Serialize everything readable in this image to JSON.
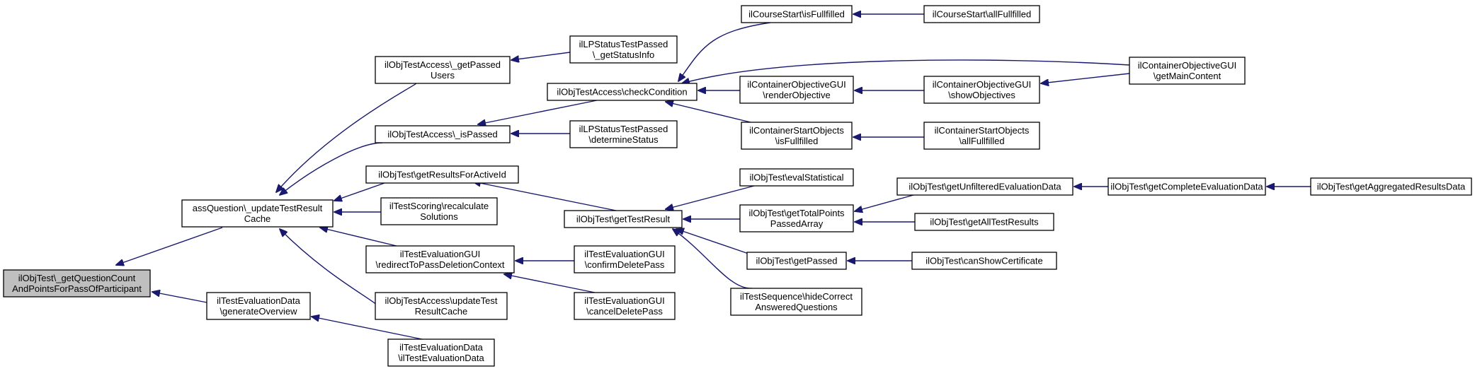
{
  "nodes": [
    {
      "id": "root",
      "lines": [
        "ilObjTest\\_getQuestionCount",
        "AndPointsForPassOfParticipant"
      ]
    },
    {
      "id": "updateTestResultCache",
      "lines": [
        "assQuestion\\_updateTestResult",
        "Cache"
      ]
    },
    {
      "id": "generateOverview",
      "lines": [
        "ilTestEvaluationData",
        "\\generateOverview"
      ]
    },
    {
      "id": "getPassedUsers",
      "lines": [
        "ilObjTestAccess\\_getPassed",
        "Users"
      ]
    },
    {
      "id": "isPassed",
      "lines": [
        "ilObjTestAccess\\_isPassed"
      ]
    },
    {
      "id": "getResultsForActiveId",
      "lines": [
        "ilObjTest\\getResultsForActiveId"
      ]
    },
    {
      "id": "recalculateSolutions",
      "lines": [
        "ilTestScoring\\recalculate",
        "Solutions"
      ]
    },
    {
      "id": "redirectToPassDeletionContext",
      "lines": [
        "ilTestEvaluationGUI",
        "\\redirectToPassDeletionContext"
      ]
    },
    {
      "id": "accessUpdateTestResultCache",
      "lines": [
        "ilObjTestAccess\\updateTest",
        "ResultCache"
      ]
    },
    {
      "id": "ilTestEvaluationDataCtor",
      "lines": [
        "ilTestEvaluationData",
        "\\ilTestEvaluationData"
      ]
    },
    {
      "id": "getStatusInfo",
      "lines": [
        "ilLPStatusTestPassed",
        "\\_getStatusInfo"
      ]
    },
    {
      "id": "checkCondition",
      "lines": [
        "ilObjTestAccess\\checkCondition"
      ]
    },
    {
      "id": "determineStatus",
      "lines": [
        "ilLPStatusTestPassed",
        "\\determineStatus"
      ]
    },
    {
      "id": "getTestResult",
      "lines": [
        "ilObjTest\\getTestResult"
      ]
    },
    {
      "id": "confirmDeletePass",
      "lines": [
        "ilTestEvaluationGUI",
        "\\confirmDeletePass"
      ]
    },
    {
      "id": "cancelDeletePass",
      "lines": [
        "ilTestEvaluationGUI",
        "\\cancelDeletePass"
      ]
    },
    {
      "id": "courseStartIsFullfilled",
      "lines": [
        "ilCourseStart\\isFullfilled"
      ]
    },
    {
      "id": "renderObjective",
      "lines": [
        "ilContainerObjectiveGUI",
        "\\renderObjective"
      ]
    },
    {
      "id": "startObjectsIsFullfilled",
      "lines": [
        "ilContainerStartObjects",
        "\\isFullfilled"
      ]
    },
    {
      "id": "evalStatistical",
      "lines": [
        "ilObjTest\\evalStatistical"
      ]
    },
    {
      "id": "getTotalPointsPassedArray",
      "lines": [
        "ilObjTest\\getTotalPoints",
        "PassedArray"
      ]
    },
    {
      "id": "getPassed",
      "lines": [
        "ilObjTest\\getPassed"
      ]
    },
    {
      "id": "hideCorrectAnsweredQuestions",
      "lines": [
        "ilTestSequence\\hideCorrect",
        "AnsweredQuestions"
      ]
    },
    {
      "id": "courseStartAllFullfilled",
      "lines": [
        "ilCourseStart\\allFullfilled"
      ]
    },
    {
      "id": "showObjectives",
      "lines": [
        "ilContainerObjectiveGUI",
        "\\showObjectives"
      ]
    },
    {
      "id": "startObjectsAllFullfilled",
      "lines": [
        "ilContainerStartObjects",
        "\\allFullfilled"
      ]
    },
    {
      "id": "getUnfilteredEvaluationData",
      "lines": [
        "ilObjTest\\getUnfilteredEvaluationData"
      ]
    },
    {
      "id": "getAllTestResults",
      "lines": [
        "ilObjTest\\getAllTestResults"
      ]
    },
    {
      "id": "canShowCertificate",
      "lines": [
        "ilObjTest\\canShowCertificate"
      ]
    },
    {
      "id": "getMainContent",
      "lines": [
        "ilContainerObjectiveGUI",
        "\\getMainContent"
      ]
    },
    {
      "id": "getCompleteEvaluationData",
      "lines": [
        "ilObjTest\\getCompleteEvaluationData"
      ]
    },
    {
      "id": "getAggregatedResultsData",
      "lines": [
        "ilObjTest\\getAggregatedResultsData"
      ]
    }
  ],
  "edges": [
    {
      "from": "updateTestResultCache",
      "to": "root"
    },
    {
      "from": "generateOverview",
      "to": "root"
    },
    {
      "from": "getPassedUsers",
      "to": "updateTestResultCache"
    },
    {
      "from": "isPassed",
      "to": "updateTestResultCache"
    },
    {
      "from": "getResultsForActiveId",
      "to": "updateTestResultCache"
    },
    {
      "from": "recalculateSolutions",
      "to": "updateTestResultCache"
    },
    {
      "from": "redirectToPassDeletionContext",
      "to": "updateTestResultCache"
    },
    {
      "from": "accessUpdateTestResultCache",
      "to": "updateTestResultCache"
    },
    {
      "from": "ilTestEvaluationDataCtor",
      "to": "generateOverview"
    },
    {
      "from": "getStatusInfo",
      "to": "getPassedUsers"
    },
    {
      "from": "checkCondition",
      "to": "isPassed"
    },
    {
      "from": "determineStatus",
      "to": "isPassed"
    },
    {
      "from": "getTestResult",
      "to": "getResultsForActiveId"
    },
    {
      "from": "confirmDeletePass",
      "to": "redirectToPassDeletionContext"
    },
    {
      "from": "cancelDeletePass",
      "to": "redirectToPassDeletionContext"
    },
    {
      "from": "courseStartIsFullfilled",
      "to": "checkCondition"
    },
    {
      "from": "renderObjective",
      "to": "checkCondition"
    },
    {
      "from": "startObjectsIsFullfilled",
      "to": "checkCondition"
    },
    {
      "from": "getMainContent",
      "to": "checkCondition"
    },
    {
      "from": "evalStatistical",
      "to": "getTestResult"
    },
    {
      "from": "getTotalPointsPassedArray",
      "to": "getTestResult"
    },
    {
      "from": "getPassed",
      "to": "getTestResult"
    },
    {
      "from": "hideCorrectAnsweredQuestions",
      "to": "getTestResult"
    },
    {
      "from": "courseStartAllFullfilled",
      "to": "courseStartIsFullfilled"
    },
    {
      "from": "showObjectives",
      "to": "renderObjective"
    },
    {
      "from": "startObjectsAllFullfilled",
      "to": "startObjectsIsFullfilled"
    },
    {
      "from": "getMainContent",
      "to": "showObjectives"
    },
    {
      "from": "getUnfilteredEvaluationData",
      "to": "getTotalPointsPassedArray"
    },
    {
      "from": "getAllTestResults",
      "to": "getTotalPointsPassedArray"
    },
    {
      "from": "canShowCertificate",
      "to": "getPassed"
    },
    {
      "from": "getCompleteEvaluationData",
      "to": "getUnfilteredEvaluationData"
    },
    {
      "from": "getAggregatedResultsData",
      "to": "getCompleteEvaluationData"
    }
  ]
}
